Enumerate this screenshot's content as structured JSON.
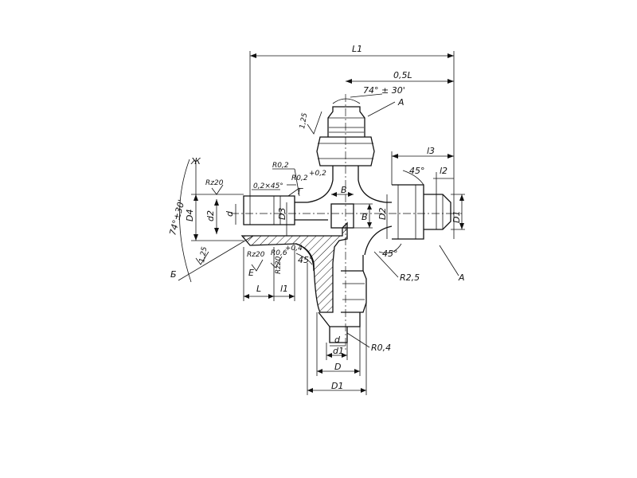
{
  "drawing": {
    "dims": {
      "L1": "L1",
      "half_L": "0,5L",
      "angle_top": "74° ± 30'",
      "angle_left": "74°±30'",
      "l3": "l3",
      "l2": "l2",
      "angle_45_top": "45°",
      "angle_45_bot": "45°",
      "angle_45_mid": "45°",
      "D1_right": "D1",
      "D2": "D2",
      "B_w": "В",
      "B_h": "В",
      "D3": "D3",
      "D4": "D4",
      "d2": "d2",
      "d_left": "d",
      "L_small": "L",
      "l1": "l1",
      "d_bot": "d",
      "d1_bot": "d1",
      "D_bot": "D",
      "D1_bot": "D1",
      "R02": "R0,2",
      "R02tol": "R0,2",
      "tol_plus02": "+0,2",
      "chamfer": "0,2×45°",
      "R06": "R0,6",
      "tol_plus04": "+0,4",
      "R25": "R2,5",
      "R04": "R0,4"
    },
    "labels": {
      "A_top": "А",
      "A_right": "А",
      "B_cut": "Б",
      "G": "Г",
      "E": "Е",
      "ZH": "Ж"
    },
    "roughness": {
      "r1": "1,25",
      "r2": "Rz20",
      "r3": "Rz20",
      "r4": "Rz20",
      "r5": "1,25"
    }
  }
}
